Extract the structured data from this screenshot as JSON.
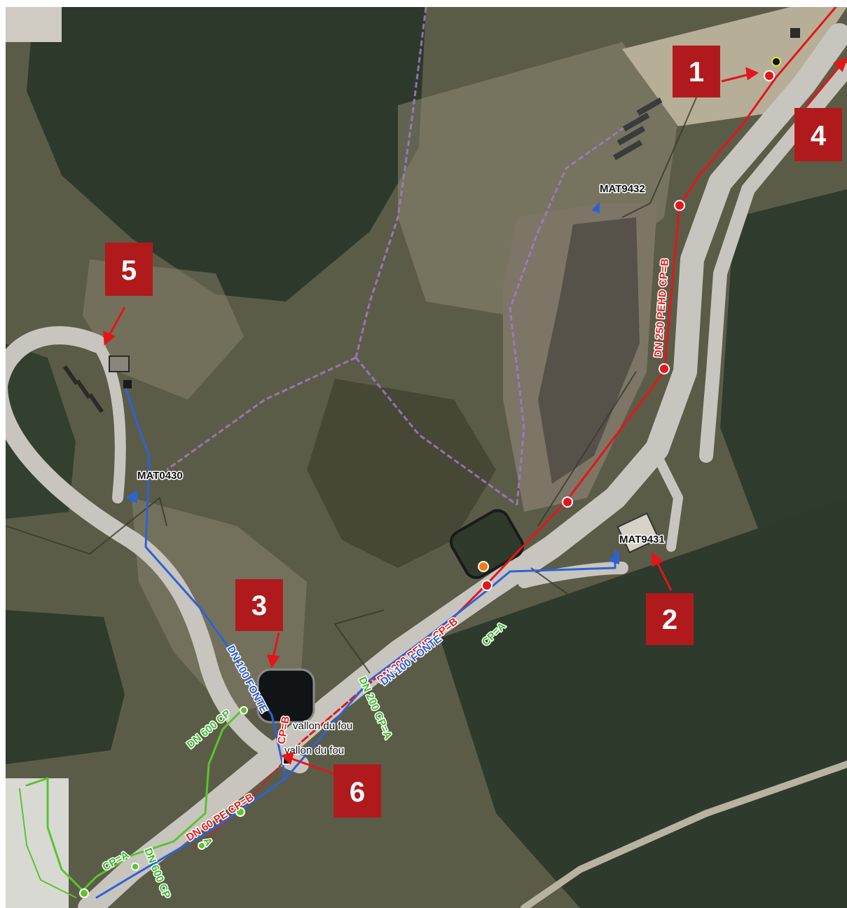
{
  "map": {
    "feature_labels": {
      "mat9432": "MAT9432",
      "mat9431": "MAT9431",
      "mat0430": "MAT0430",
      "vallon1": "vallon du fou",
      "vallon2": "vallon du fou"
    },
    "pipe_labels": {
      "red_main": "DN 250 PEHD CP=B",
      "red_lower": "DN 200 PEHD CP=B",
      "blue_diag": "DN 100 FONTE",
      "blue_left": "DN 100 FONTE",
      "cp_b_small": "CP=B",
      "red_bottom": "DN 60 PE CP=B",
      "green_top": "DN 600 CP",
      "green_mid": "DN 200 CP=A",
      "green_cp_a_right": "CP=A",
      "green_cp_a_left": "CP=A",
      "green_bottom": "DN 600 CP",
      "green_a": "A"
    },
    "callouts": [
      {
        "number": "1"
      },
      {
        "number": "2"
      },
      {
        "number": "3"
      },
      {
        "number": "4"
      },
      {
        "number": "5"
      },
      {
        "number": "6"
      }
    ],
    "colors": {
      "callout_fill": "#b11a1c",
      "arrow": "#e3161b",
      "pipe_red": "#e3161b",
      "pipe_blue": "#2d62d4",
      "pipe_green": "#5bc42e",
      "pipe_purple": "#a07ac8",
      "road": "#c9c7c1",
      "vegetation": "#2c3d2a",
      "rock": "#a39a86"
    }
  }
}
